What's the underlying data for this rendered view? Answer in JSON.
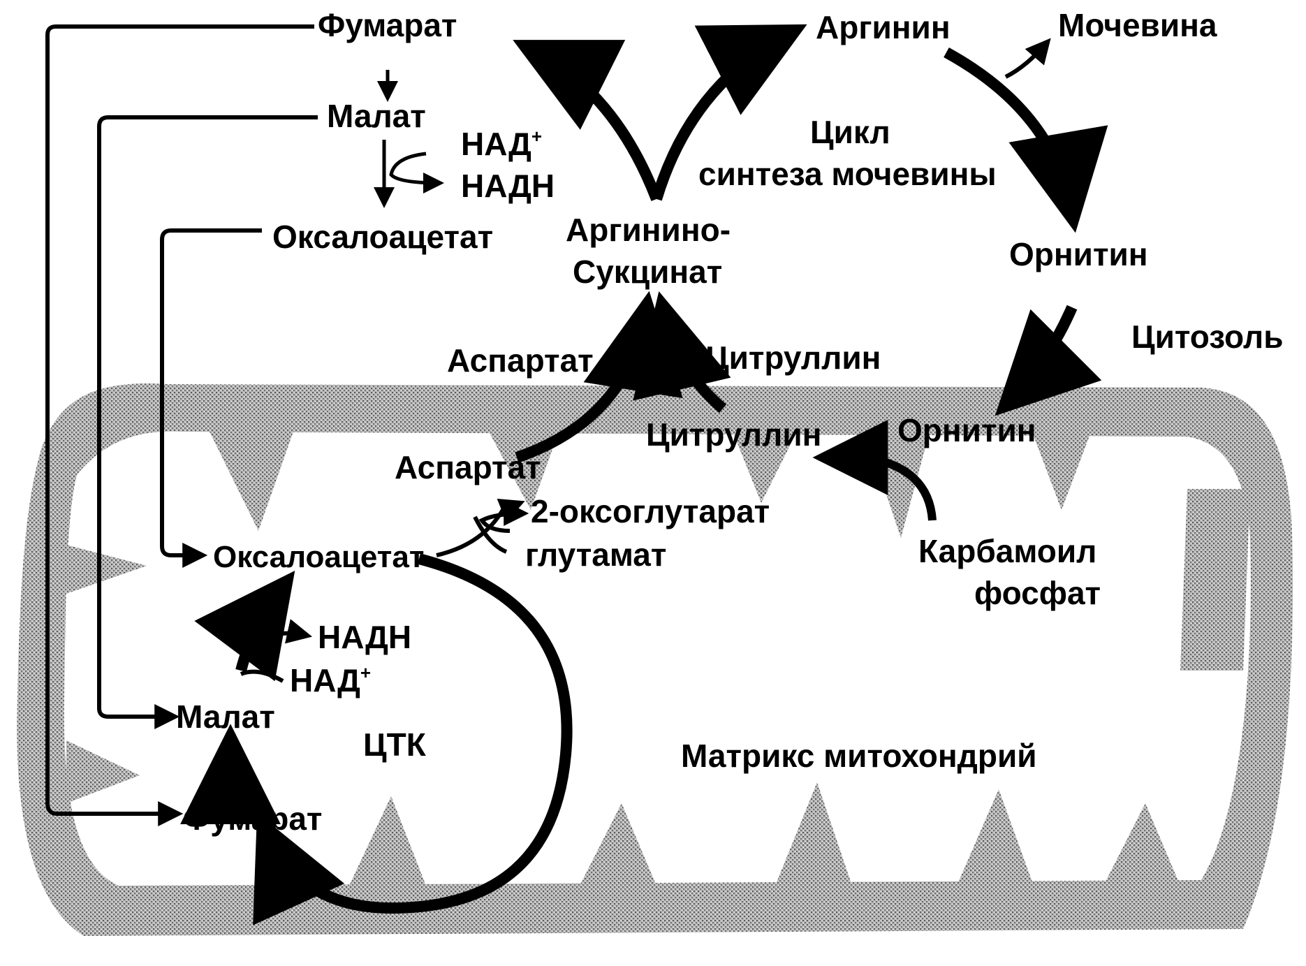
{
  "cytosol": {
    "fumarate": "Фумарат",
    "malate": "Малат",
    "nad_plus": "НАД",
    "nadh": "НАДН",
    "oxaloacetate": "Оксалоацетат",
    "arginine": "Аргинин",
    "urea": "Мочевина",
    "cycle_line1": "Цикл",
    "cycle_line2": "синтеза мочевины",
    "ornithine": "Орнитин",
    "argininosuccinate_line1": "Аргинино-",
    "argininosuccinate_line2": "Сукцинат",
    "aspartate": "Аспартат",
    "citrulline": "Цитруллин",
    "cytosol_label": "Цитозоль"
  },
  "matrix": {
    "aspartate": "Аспартат",
    "oxoglutarate": "2-оксоглутарат",
    "glutamate": "глутамат",
    "oxaloacetate": "Оксалоацетат",
    "nadh": "НАДН",
    "nad_plus": "НАД",
    "malate": "Малат",
    "tca": "ЦТК",
    "fumarate": "Фумарат",
    "citrulline": "Цитруллин",
    "ornithine": "Орнитин",
    "carbamoyl_line1": "Карбамоил",
    "carbamoyl_line2": "фосфат",
    "matrix_label": "Матрикс митохондрий"
  },
  "superscript_plus": "+",
  "colors": {
    "ink": "#000000",
    "membrane": "#8a8a8a",
    "background": "#ffffff"
  }
}
